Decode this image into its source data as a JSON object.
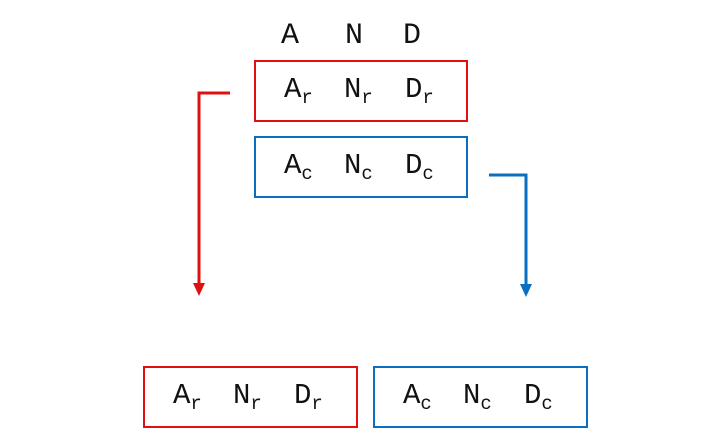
{
  "header": {
    "letters": [
      "A",
      "N",
      "D"
    ]
  },
  "boxes": {
    "top_red": {
      "color": "#e01010",
      "terms": [
        {
          "base": "A",
          "sub": "r"
        },
        {
          "base": "N",
          "sub": "r"
        },
        {
          "base": "D",
          "sub": "r"
        }
      ]
    },
    "top_blue": {
      "color": "#0a6fc0",
      "terms": [
        {
          "base": "A",
          "sub": "c"
        },
        {
          "base": "N",
          "sub": "c"
        },
        {
          "base": "D",
          "sub": "c"
        }
      ]
    },
    "bottom_red": {
      "color": "#e01010",
      "terms": [
        {
          "base": "A",
          "sub": "r"
        },
        {
          "base": "N",
          "sub": "r"
        },
        {
          "base": "D",
          "sub": "r"
        }
      ]
    },
    "bottom_blue": {
      "color": "#0a6fc0",
      "terms": [
        {
          "base": "A",
          "sub": "c"
        },
        {
          "base": "N",
          "sub": "c"
        },
        {
          "base": "D",
          "sub": "c"
        }
      ]
    }
  },
  "arrows": {
    "red": {
      "color": "#e01010"
    },
    "blue": {
      "color": "#0a6fc0"
    }
  }
}
